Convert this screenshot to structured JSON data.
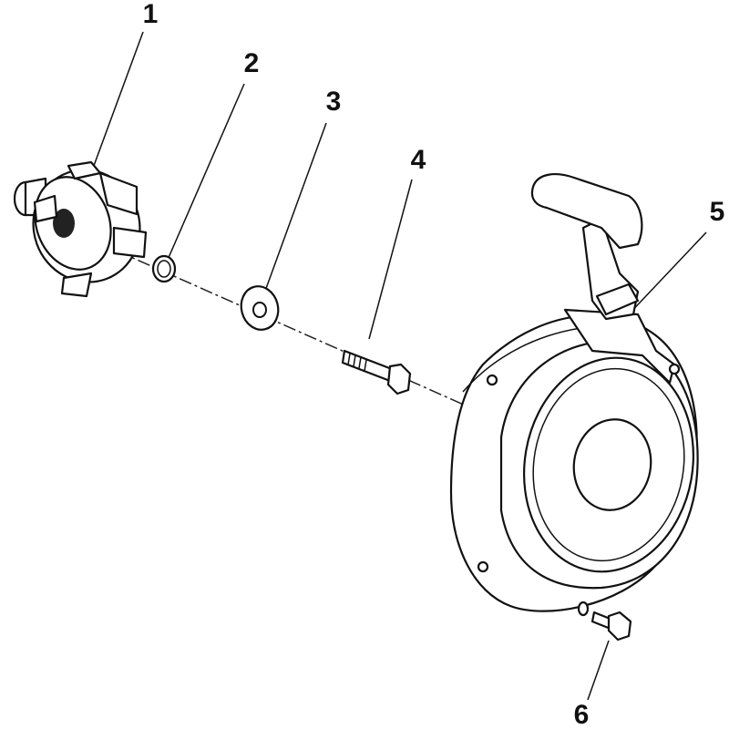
{
  "diagram": {
    "callouts": [
      {
        "number": "1",
        "part": "starter-pulley"
      },
      {
        "number": "2",
        "part": "o-ring"
      },
      {
        "number": "3",
        "part": "washer"
      },
      {
        "number": "4",
        "part": "bolt"
      },
      {
        "number": "5",
        "part": "recoil-starter-assembly"
      },
      {
        "number": "6",
        "part": "flange-bolt-with-washer"
      }
    ]
  }
}
